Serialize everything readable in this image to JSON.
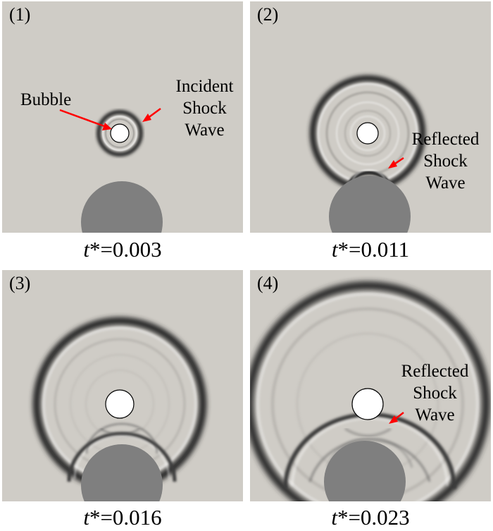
{
  "panels": [
    {
      "label": "(1)",
      "caption_var": "t",
      "caption_rest": "*=0.003",
      "annotations": {
        "bubble": "Bubble",
        "incident_line1": "Incident",
        "incident_line2": "Shock",
        "incident_line3": "Wave"
      }
    },
    {
      "label": "(2)",
      "caption_var": "t",
      "caption_rest": "*=0.011",
      "annotations": {
        "reflected_line1": "Reflected",
        "reflected_line2": "Shock",
        "reflected_line3": "Wave"
      }
    },
    {
      "label": "(3)",
      "caption_var": "t",
      "caption_rest": "*=0.016"
    },
    {
      "label": "(4)",
      "caption_var": "t",
      "caption_rest": "*=0.023",
      "annotations": {
        "reflected_line1": "Reflected",
        "reflected_line2": "Shock",
        "reflected_line3": "Wave"
      }
    }
  ],
  "colors": {
    "background": "#cfccc6",
    "obstacle": "#7f7f7f",
    "shock": "#2b2b2b",
    "arrow": "#ff0000",
    "bubble_fill": "#ffffff"
  }
}
